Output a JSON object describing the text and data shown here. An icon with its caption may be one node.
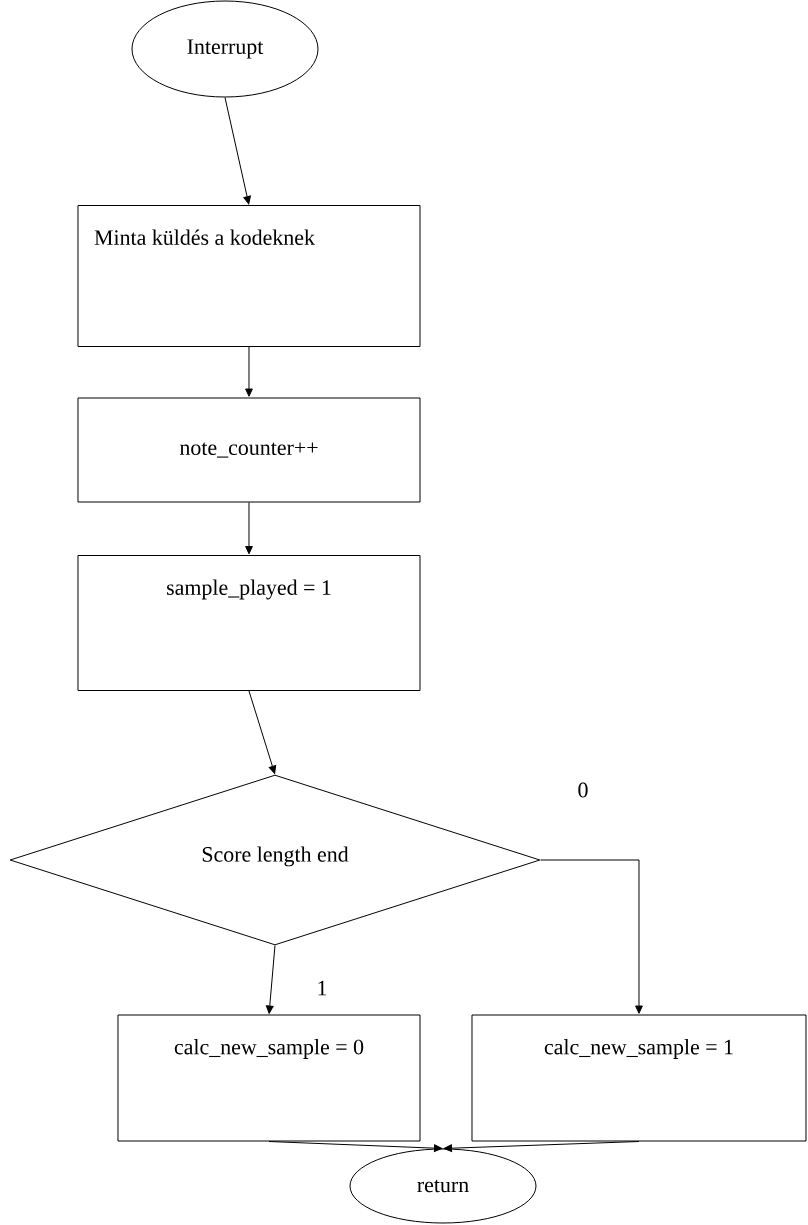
{
  "diagram": {
    "nodes": [
      {
        "text": [
          "Interrupt"
        ]
      },
      {
        "text": [
          "Minta küldés a kodeknek"
        ]
      },
      {
        "text": [
          "note_counter++"
        ]
      },
      {
        "text": [
          "sample_played = 1"
        ]
      },
      {
        "text": [
          "Score length end"
        ]
      },
      {
        "text": [
          "calc_new_sample = 0"
        ]
      },
      {
        "text": [
          "calc_new_sample = 1"
        ]
      },
      {
        "text": [
          "return"
        ]
      }
    ],
    "edges": [
      {
        "from": 0,
        "to": 1,
        "arrow": "to"
      },
      {
        "from": 1,
        "to": 2,
        "arrow": "to"
      },
      {
        "from": 2,
        "to": 3,
        "arrow": "to"
      },
      {
        "from": 3,
        "to": 4,
        "arrow": "to"
      },
      {
        "from": 4,
        "to": 5,
        "arrow": "to",
        "label": "1"
      },
      {
        "from": 4,
        "to": 6,
        "arrow": "to",
        "label": "0"
      },
      {
        "from": 5,
        "to": 7,
        "arrow": "to"
      },
      {
        "from": 6,
        "to": 7,
        "arrow": "to"
      }
    ]
  }
}
